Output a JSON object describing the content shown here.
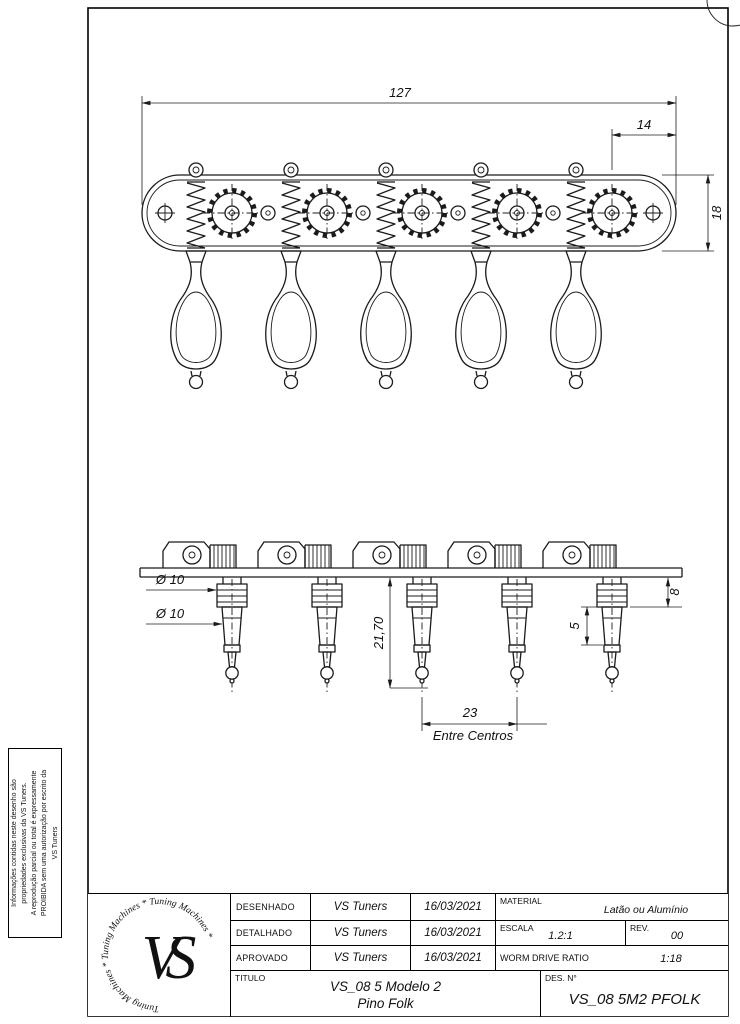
{
  "top_view": {
    "total_width": "127",
    "end_offset": "14",
    "plate_width": "18"
  },
  "front_view": {
    "dia_bushing": "Ø 10",
    "dia_shaft": "Ø 10",
    "post_height": "21,70",
    "bushing_height": "8",
    "step_height": "5",
    "center_spacing": "23",
    "center_spacing_label": "Entre Centros"
  },
  "disclaimer": {
    "lines": [
      "Informações contidas neste desenho são",
      "propriedades exclusivas da VS Tuners.",
      "A reprodução parcial ou total é expressamente",
      "PROIBIDA sem uma autorização por escrito da",
      "VS Tuners"
    ]
  },
  "title_block": {
    "desenhado_label": "DESENHADO",
    "desenhado_value": "VS Tuners",
    "desenhado_date": "16/03/2021",
    "detalhado_label": "DETALHADO",
    "detalhado_value": "VS Tuners",
    "detalhado_date": "16/03/2021",
    "aprovado_label": "APROVADO",
    "aprovado_value": "VS Tuners",
    "aprovado_date": "16/03/2021",
    "material_label": "MATERIAL",
    "material_value": "Latão ou Alumínio",
    "escala_label": "ESCALA",
    "escala_value": "1.2:1",
    "rev_label": "REV.",
    "rev_value": "00",
    "worm_label": "WORM DRIVE RATIO",
    "worm_value": "1:18",
    "titulo_label": "TITULO",
    "titulo_line1": "VS_08 5 Modelo 2",
    "titulo_line2": "Pino Folk",
    "des_label": "DES. N°",
    "des_value": "VS_08 5M2 PFOLK"
  },
  "logo": {
    "monogram": "VS",
    "ring_text": "Tuning Machines * Tuning Machines * Tuning Machines *"
  }
}
